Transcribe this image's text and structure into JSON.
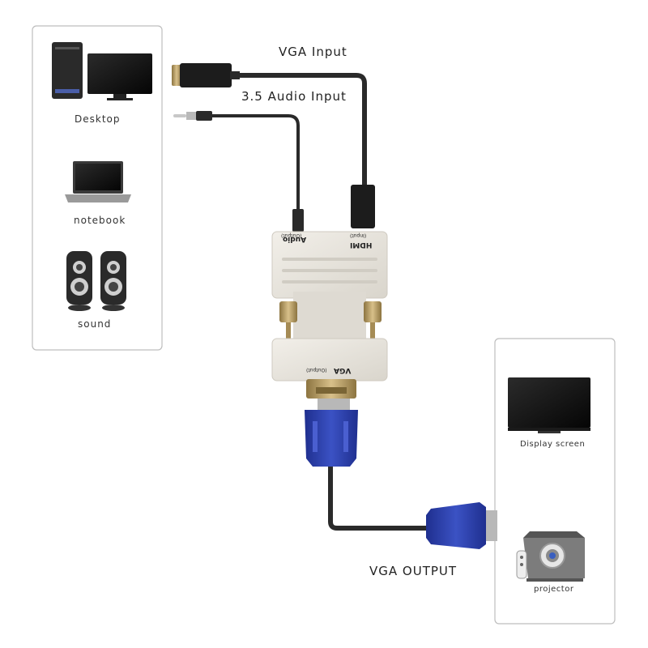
{
  "labels": {
    "vga_input": "VGA Input",
    "audio_input": "3.5 Audio Input",
    "vga_output": "VGA OUTPUT"
  },
  "sources": [
    {
      "name": "Desktop",
      "icon": "desktop-computer-icon"
    },
    {
      "name": "notebook",
      "icon": "laptop-icon"
    },
    {
      "name": "sound",
      "icon": "speakers-icon"
    }
  ],
  "outputs": [
    {
      "name": "Display screen",
      "icon": "monitor-icon"
    },
    {
      "name": "projector",
      "icon": "projector-icon"
    }
  ],
  "adapter": {
    "audio_port": "Audio",
    "audio_port_sub": "(Output)",
    "hdmi_port": "HDMI",
    "hdmi_port_sub": "(Input)",
    "vga_port": "VGA",
    "vga_port_sub": "(Output)"
  },
  "colors": {
    "panel_border": "#bdbdbd",
    "cable": "#2a2a2a",
    "adapter_body": "#e9e6df",
    "vga_blue": "#2c3fa8",
    "gold": "#b89a56"
  }
}
